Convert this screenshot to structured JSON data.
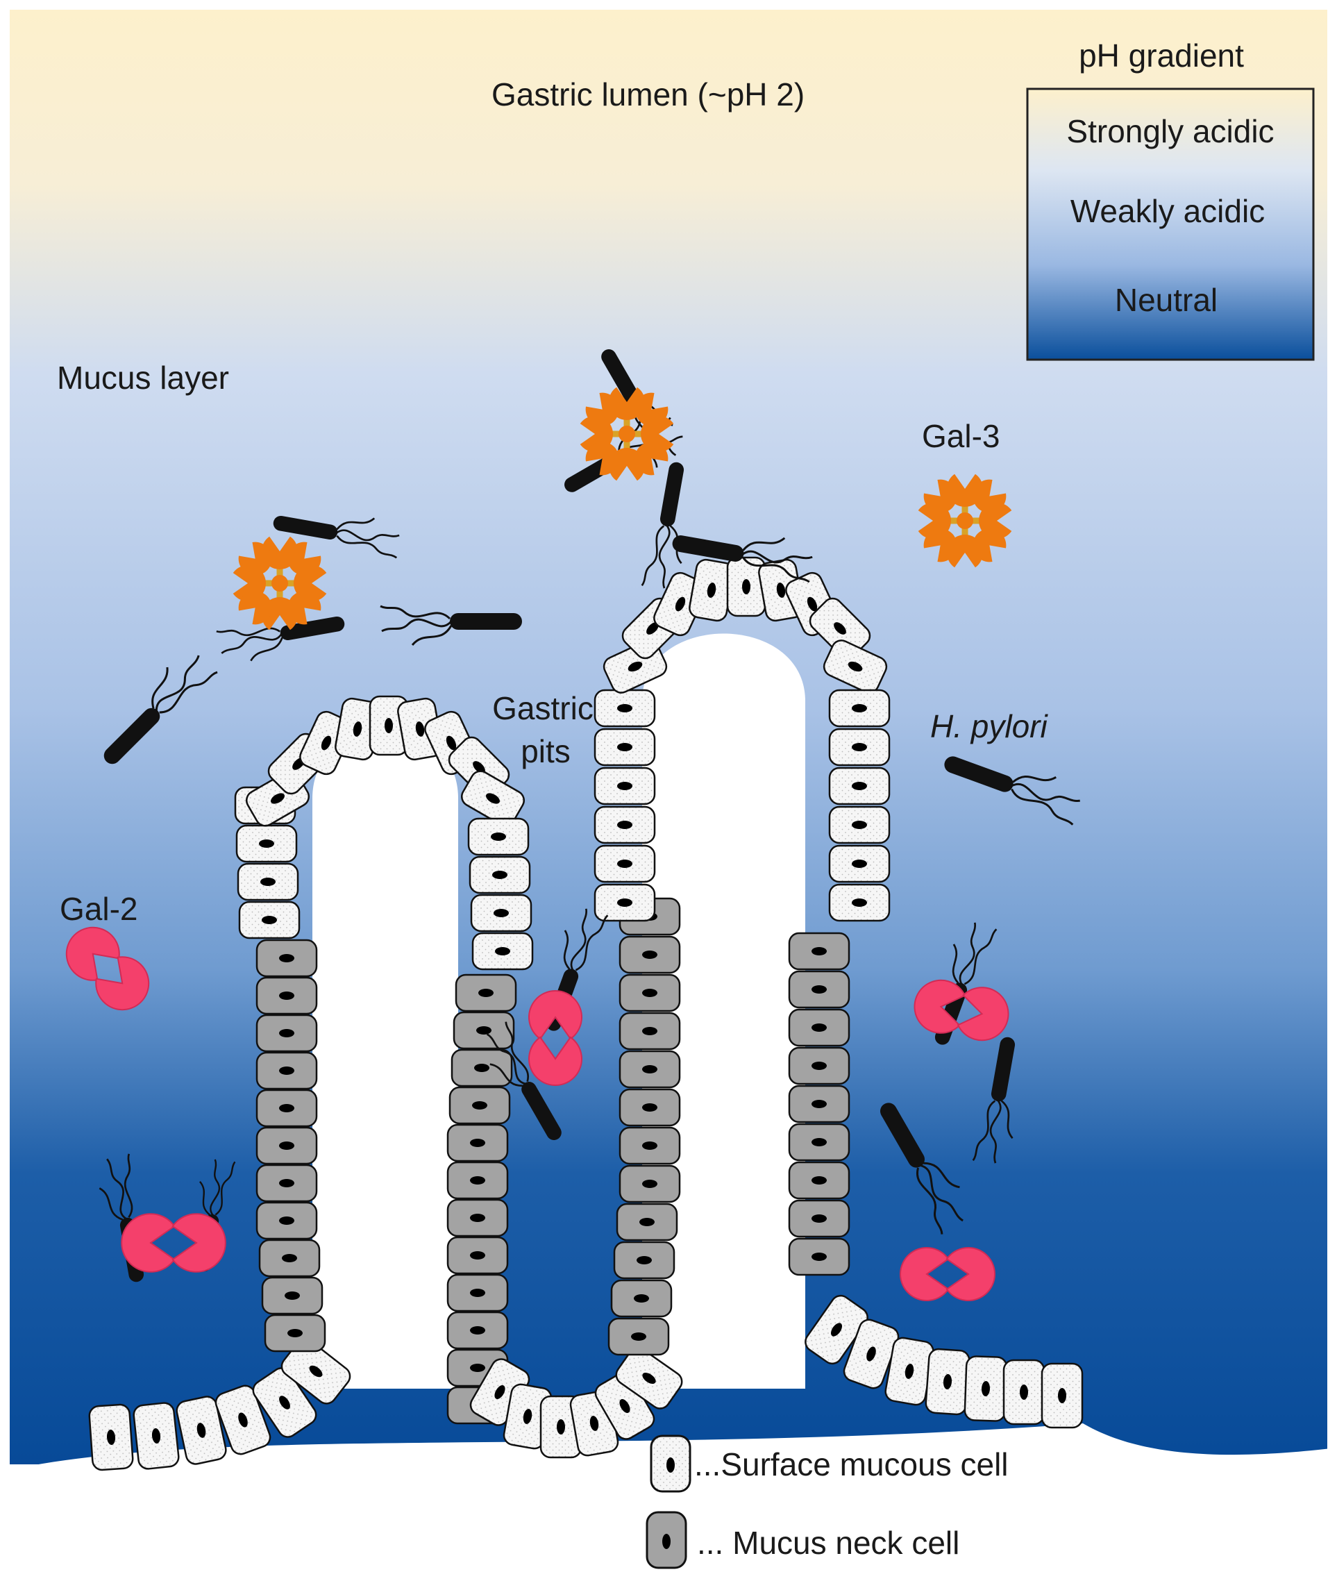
{
  "labels": {
    "lumen": "Gastric lumen (~pH 2)",
    "mucus_layer": "Mucus layer",
    "gastric_pits_line1": "Gastric",
    "gastric_pits_line2": "pits",
    "gal3": "Gal-3",
    "gal2": "Gal-2",
    "h_pylori": "H. pylori"
  },
  "ph_legend": {
    "title": "pH gradient",
    "levels": [
      "Strongly acidic",
      "Weakly acidic",
      "Neutral"
    ]
  },
  "cell_legend": {
    "surface": "...Surface mucous cell",
    "neck": "... Mucus neck cell"
  },
  "colors": {
    "lumen_top": "#fdf0cc",
    "mucus_mid": "#a9c2e6",
    "deep": "#0a4f9c",
    "gal3": "#ee7a10",
    "gal3_core": "#d9a227",
    "gal2": "#f4406b",
    "surface_cell": "#f4f4f4",
    "neck_cell": "#a3a3a3",
    "bacterium": "#111111"
  }
}
